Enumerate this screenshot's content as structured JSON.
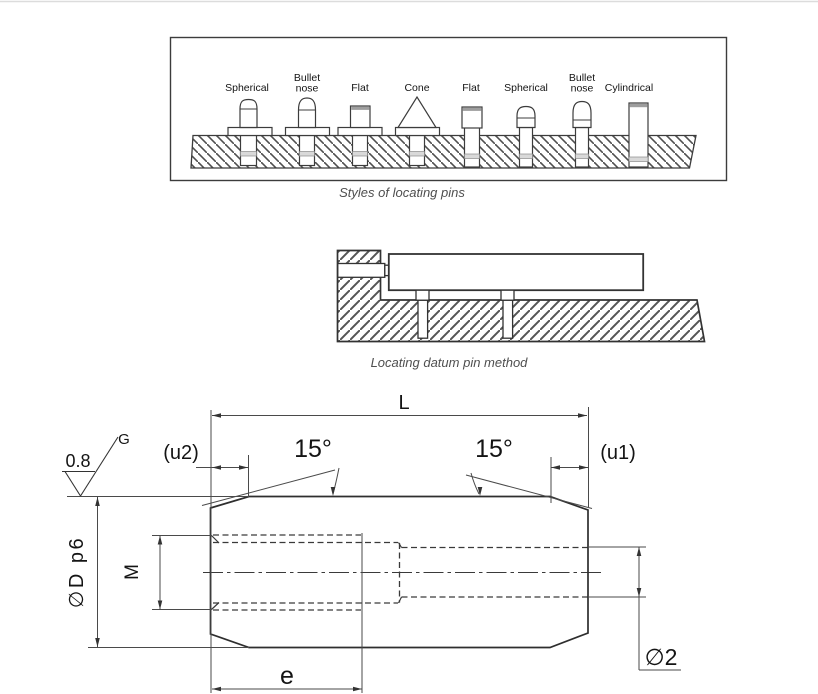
{
  "colors": {
    "line": "#333333",
    "body_line": "#2e2e2e",
    "text": "#141414",
    "caption": "#4f4f4f",
    "groove_fill": "#d9d9d9",
    "cap_fill": "#9e9e9e"
  },
  "styles_panel": {
    "caption": "Styles of locating pins",
    "pins": [
      {
        "label_line1": "Spherical"
      },
      {
        "label_line1": "Bullet",
        "label_line2": "nose"
      },
      {
        "label_line1": "Flat"
      },
      {
        "label_line1": "Cone"
      },
      {
        "label_line1": "Flat"
      },
      {
        "label_line1": "Spherical"
      },
      {
        "label_line1": "Bullet",
        "label_line2": "nose"
      },
      {
        "label_line1": "Cylindrical"
      }
    ]
  },
  "datum_panel": {
    "caption": "Locating datum pin method"
  },
  "dimension_drawing": {
    "length_label": "L",
    "left_chamfer_label": "(u2)",
    "right_chamfer_label": "(u1)",
    "left_angle_label": "15°",
    "right_angle_label": "15°",
    "roughness_value": "0.8",
    "roughness_ref_label": "G",
    "outer_diameter_label": "∅D p6",
    "thread_label": "M",
    "thread_depth_label": "e",
    "through_hole_label": "∅2"
  }
}
